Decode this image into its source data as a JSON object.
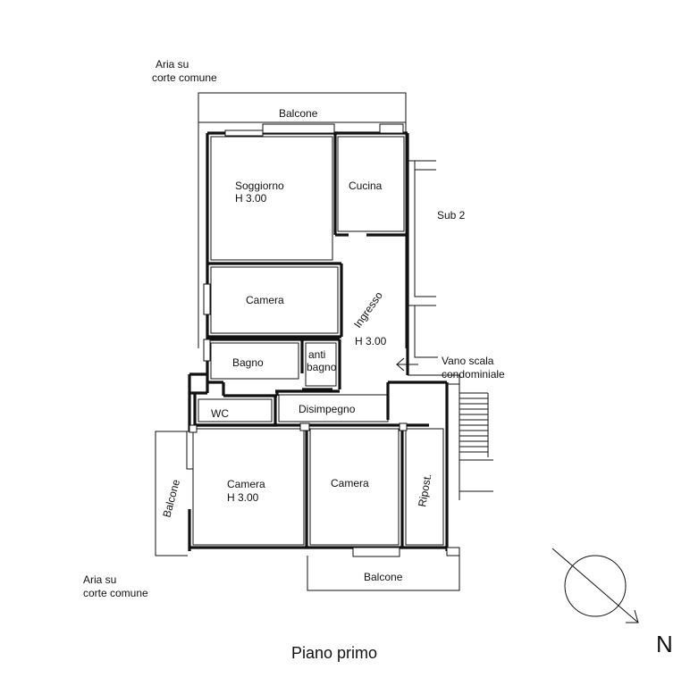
{
  "labels": {
    "aria_top_1": "Aria su",
    "aria_top_2": "corte comune",
    "balcone_top": "Balcone",
    "soggiorno": "Soggiorno",
    "soggiorno_h": "H 3.00",
    "cucina": "Cucina",
    "sub2": "Sub 2",
    "camera_1": "Camera",
    "ingresso": "Ingresso",
    "ingresso_h": "H 3.00",
    "bagno": "Bagno",
    "antibagno_1": "anti",
    "antibagno_2": "bagno",
    "vano_1": "Vano scala",
    "vano_2": "condominiale",
    "wc": "WC",
    "disimpegno": "Disimpegno",
    "camera_2": "Camera",
    "camera_2_h": "H 3.00",
    "camera_3": "Camera",
    "ripost": "Ripost.",
    "balcone_left": "Balcone",
    "balcone_bottom": "Balcone",
    "aria_bottom_1": "Aria su",
    "aria_bottom_2": "corte comune",
    "title": "Piano primo",
    "north": "N"
  }
}
